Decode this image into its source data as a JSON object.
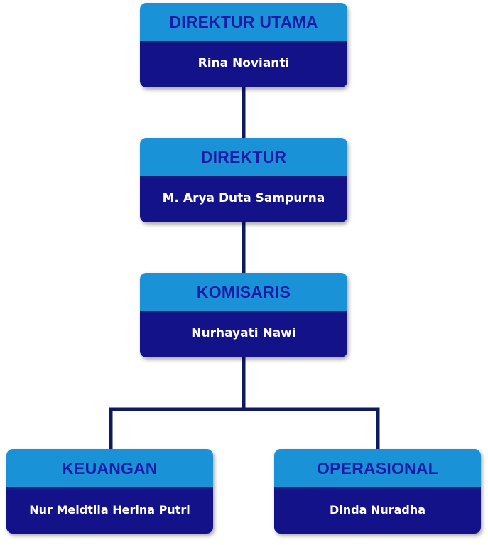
{
  "org_chart": {
    "positions": [
      {
        "role": "DIREKTUR UTAMA",
        "name": "Rina Novianti"
      },
      {
        "role": "DIREKTUR",
        "name": "M. Arya Duta Sampurna"
      },
      {
        "role": "KOMISARIS",
        "name": "Nurhayati Nawi"
      },
      {
        "role": "KEUANGAN",
        "name": "Nur Meidtlla Herina Putri"
      },
      {
        "role": "OPERASIONAL",
        "name": "Dinda Nuradha"
      }
    ],
    "colors": {
      "header_bg": "#1a92d8",
      "header_text": "#1a1aa6",
      "body_bg": "#131289",
      "body_text": "#ffffff",
      "connector": "#0d1a5e"
    }
  }
}
